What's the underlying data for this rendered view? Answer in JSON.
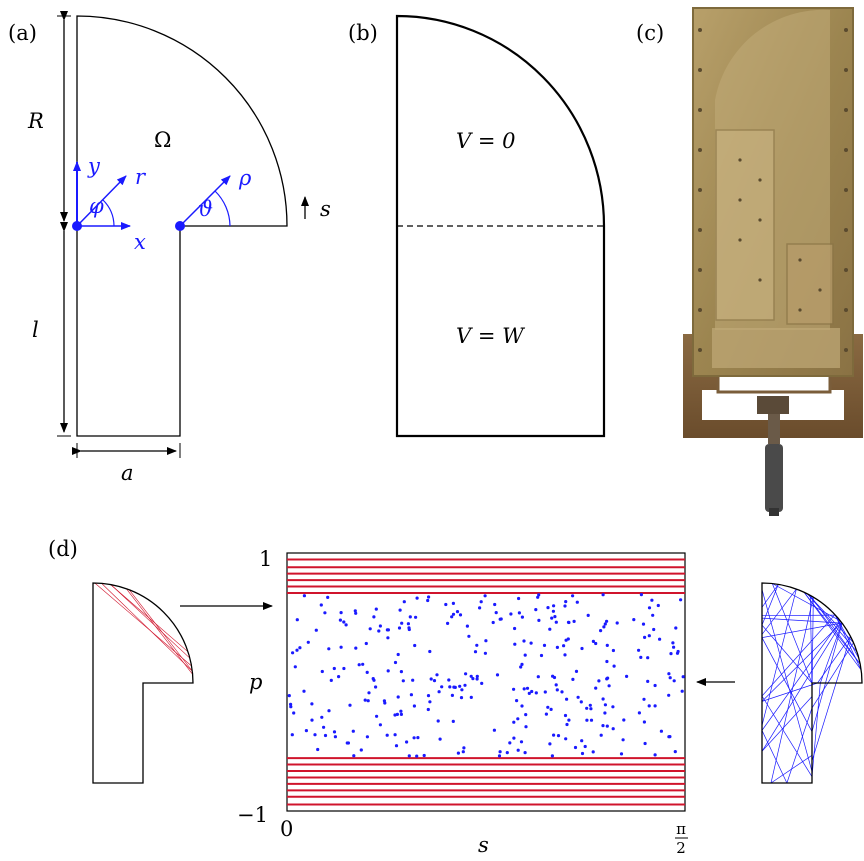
{
  "panels": {
    "a": {
      "label": "(a)",
      "region": "Ω",
      "R": "R",
      "l": "l",
      "a": "a",
      "s": "s",
      "x": "x",
      "y": "y",
      "r": "r",
      "phi": "φ",
      "rho": "ρ",
      "theta": "ϑ"
    },
    "b": {
      "label": "(b)",
      "top_text": "V = 0",
      "bottom_text": "V = W"
    },
    "c": {
      "label": "(c)"
    },
    "d": {
      "label": "(d)"
    }
  },
  "chart_data": {
    "type": "scatter",
    "xlabel": "s",
    "ylabel": "p",
    "xlim": [
      0,
      1.5708
    ],
    "ylim": [
      -1,
      1
    ],
    "x_tick_labels": [
      "0",
      "π/2"
    ],
    "y_tick_labels": [
      "1",
      "−1"
    ],
    "red_lines_p": [
      0.95,
      0.89,
      0.84,
      0.79,
      0.74,
      0.69,
      -0.59,
      -0.64,
      -0.69,
      -0.74,
      -0.79,
      -0.84,
      -0.89,
      -0.95
    ],
    "chaotic_band_p": [
      -0.58,
      0.68
    ],
    "series": [
      {
        "color": "#d0142c",
        "kind": "regular orbits"
      },
      {
        "color": "#1a1aff",
        "kind": "chaotic orbit points",
        "count": 320
      }
    ]
  },
  "colors": {
    "red": "#d0142c",
    "blue": "#1a1aff",
    "brass": "#a08a55"
  }
}
